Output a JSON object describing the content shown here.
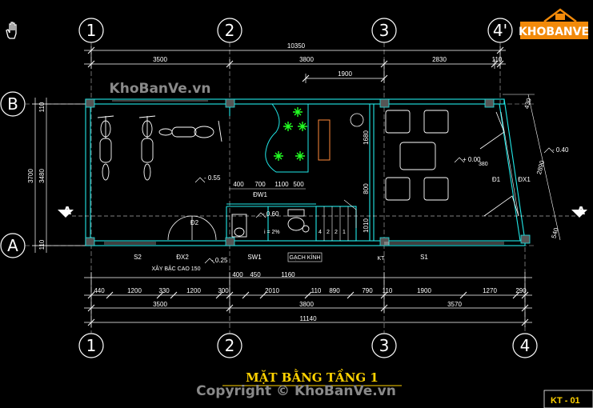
{
  "axes_top": [
    "1",
    "2",
    "3",
    "4'"
  ],
  "axes_bottom": [
    "1",
    "2",
    "3",
    "4"
  ],
  "axes_left": [
    "B",
    "A"
  ],
  "dims": {
    "top_total": "10350",
    "top_seg": [
      "3500",
      "3800",
      "2830",
      "110"
    ],
    "top_inner": "1900",
    "bot_row1": [
      "440",
      "1200",
      "330",
      "1200",
      "300",
      "400",
      "450",
      "2010",
      "1160",
      "110",
      "890",
      "790",
      "110",
      "1900",
      "1270",
      "290"
    ],
    "bot_row2": [
      "3500",
      "3800",
      "3570"
    ],
    "bot_total": "11140",
    "left_outer": "3700",
    "left_inner": "3480",
    "left_small_top": "110",
    "left_small_bot": "110",
    "mid_vert": [
      "1680",
      "800",
      "1010"
    ],
    "wall_row": [
      "400",
      "700",
      "1100",
      "500"
    ],
    "right_small": [
      "430",
      "2890",
      "540"
    ],
    "stair_nums": [
      "4",
      "2",
      "2",
      "1"
    ]
  },
  "labels": {
    "s2": "S2",
    "dx2": "ĐX2",
    "sw1": "SW1",
    "s1": "S1",
    "dw1": "ĐW1",
    "d1": "Đ1",
    "dx1": "ĐX1",
    "d2": "Đ2",
    "kt": "KT",
    "gach_kinh": "GẠCH KÍNH",
    "xay_bac": "XÂY BẬC CAO 150",
    "lv_055": "- 0.55",
    "lv_025": "- 0.25",
    "lv_060": "- 0.60",
    "lv_000": "+ 0.00",
    "lv_040": "- 0.40",
    "pct": "i = 2%",
    "d380": "380",
    "sec_a": "A"
  },
  "watermark_top": "KhoBanVe.vn",
  "logo_text": "KHOBANVE",
  "title": "MẶT BẰNG TẦNG 1",
  "copyright": "Copyright © KhoBanVe.vn",
  "sheet_code": "KT - 01",
  "colors": {
    "wall": "#21e8e8",
    "dim": "#ffffff",
    "tree": "#22ff22",
    "logo": "#f28a0a",
    "title": "#ffd200"
  }
}
